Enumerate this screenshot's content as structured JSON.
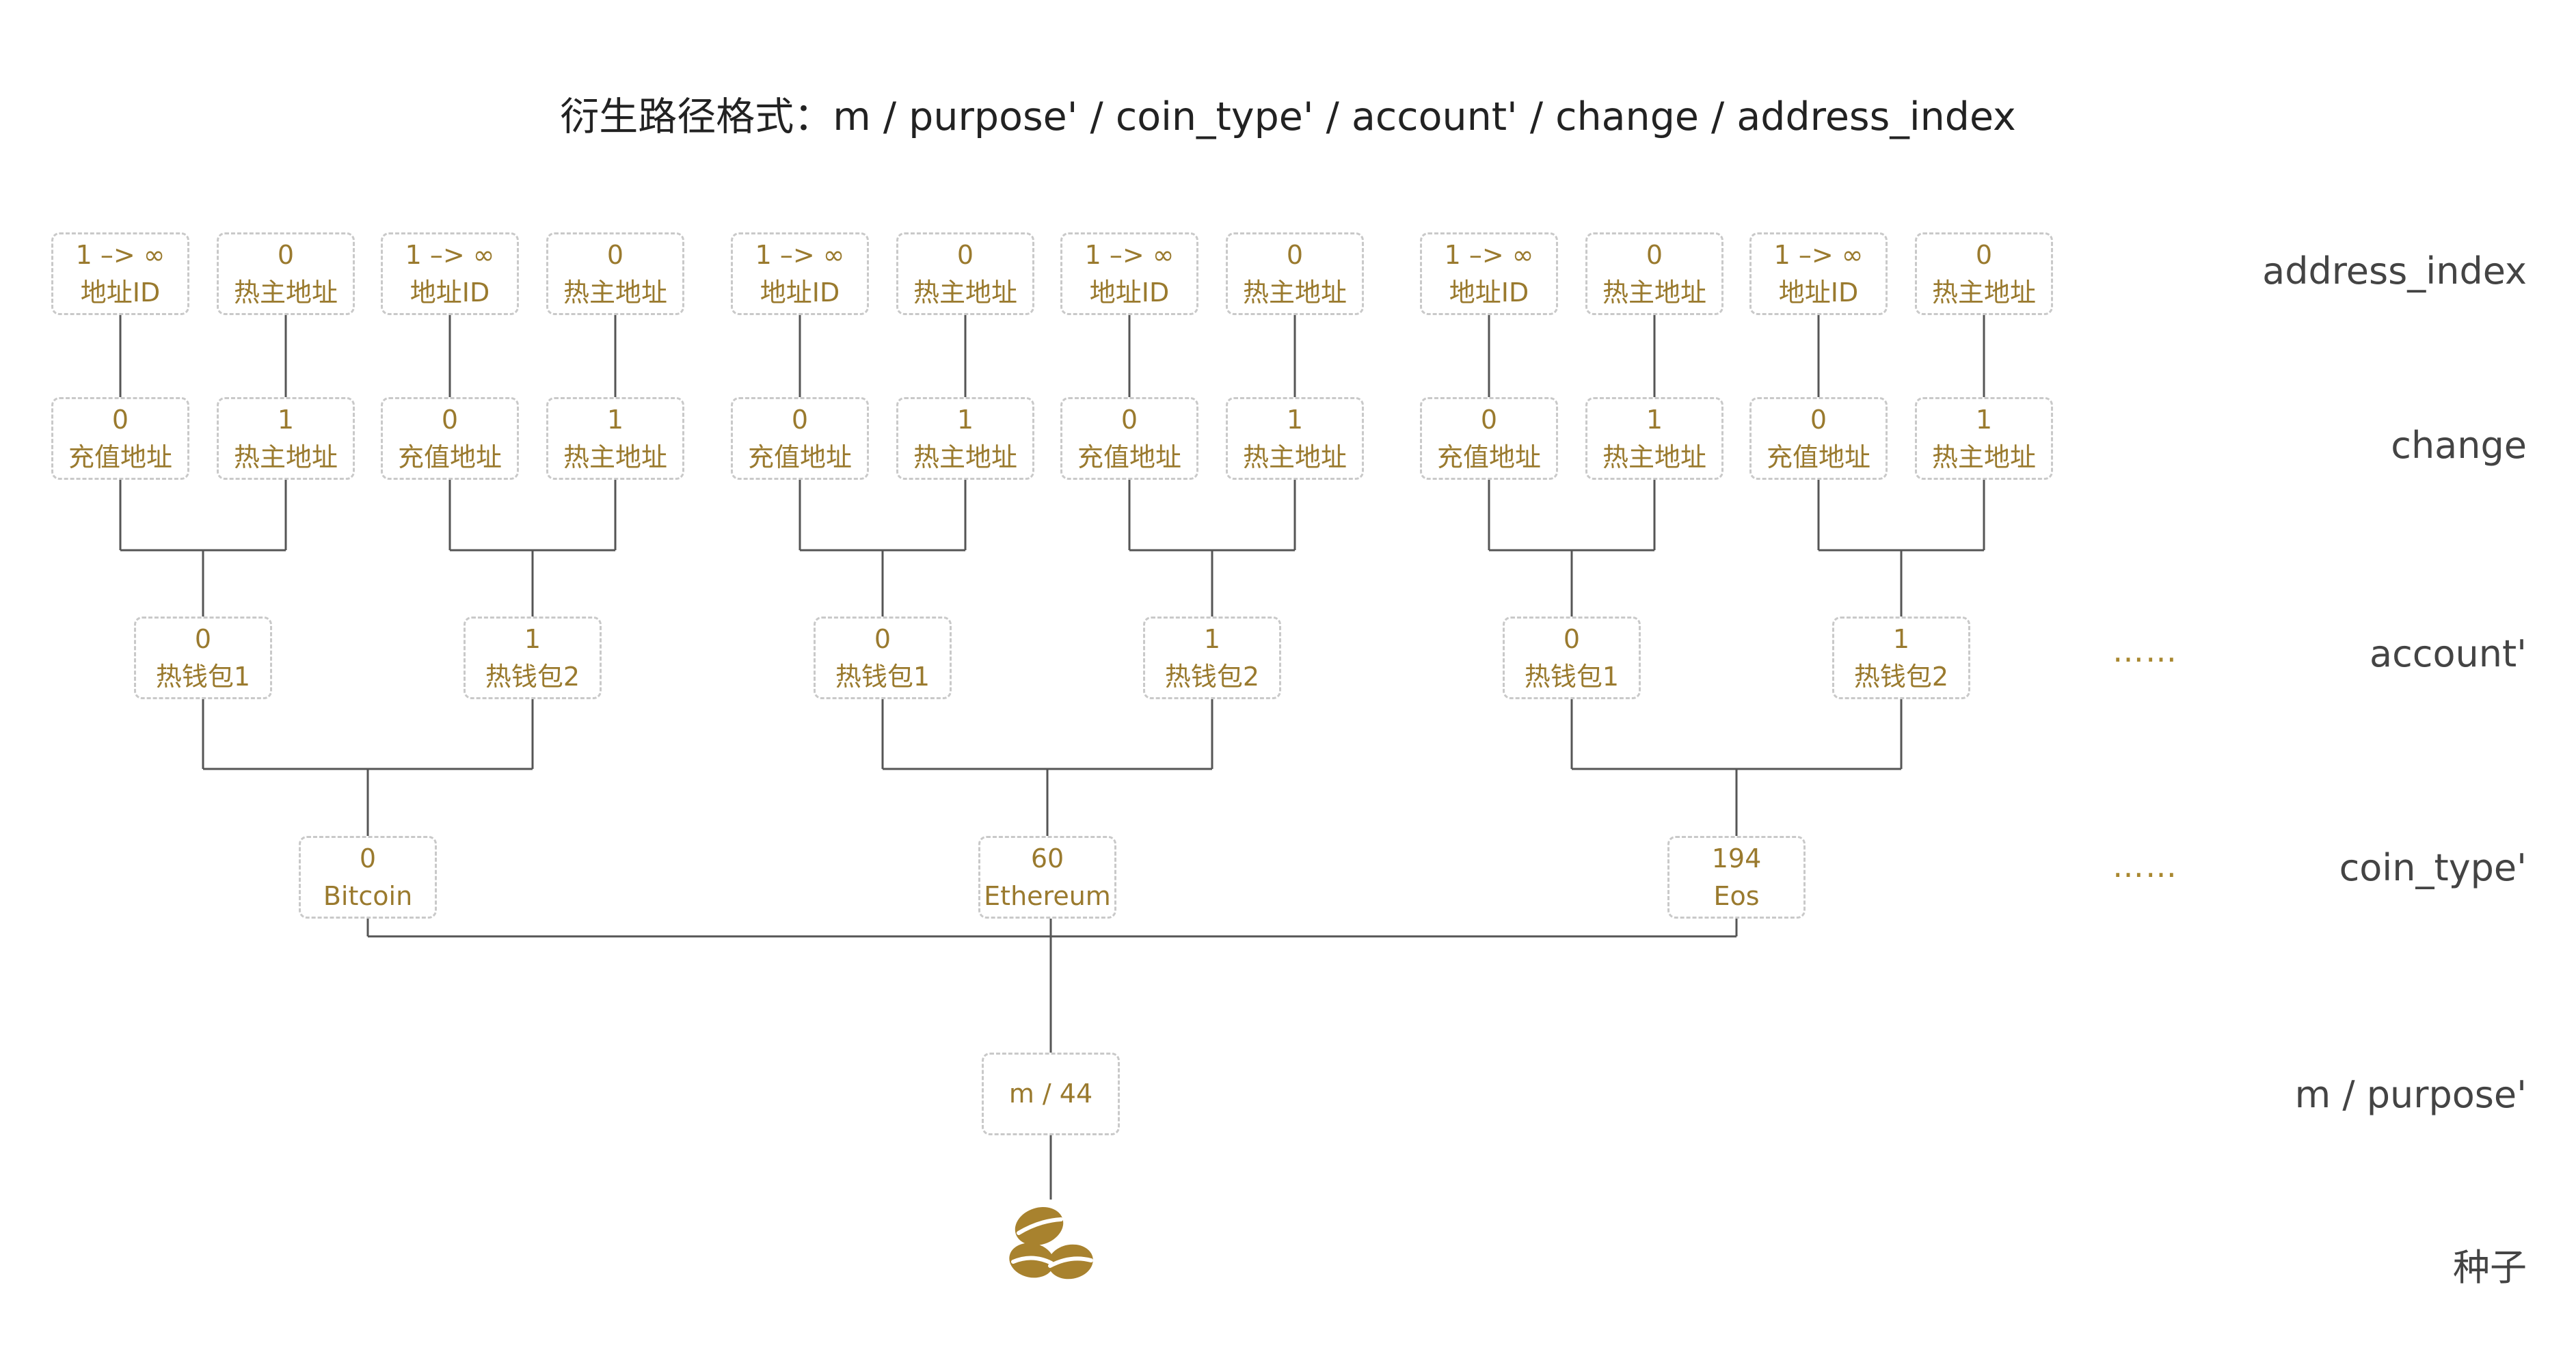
{
  "title": "衍生路径格式：m / purpose' / coin_type' / account' / change / address_index",
  "colors": {
    "node_text": "#9a7a2e",
    "line": "#555555",
    "dashed_border": "#c9c9c9",
    "seed": "#a8822e"
  },
  "level_labels": {
    "address_index": "address_index",
    "change": "change",
    "account": "account'",
    "coin_type": "coin_type'",
    "purpose": "m  /  purpose'",
    "seed": "种子"
  },
  "ellipsis": "……",
  "root": {
    "l1": "m / 44"
  },
  "seed_icon": "coffee-beans-icon",
  "coins": [
    {
      "l1": "0",
      "l2": "Bitcoin",
      "accounts": [
        {
          "l1": "0",
          "l2": "热钱包1",
          "changes": [
            {
              "l1": "0",
              "l2": "充值地址",
              "index": {
                "l1": "1 –> ∞",
                "l2": "地址ID"
              }
            },
            {
              "l1": "1",
              "l2": "热主地址",
              "index": {
                "l1": "0",
                "l2": "热主地址"
              }
            }
          ]
        },
        {
          "l1": "1",
          "l2": "热钱包2",
          "changes": [
            {
              "l1": "0",
              "l2": "充值地址",
              "index": {
                "l1": "1 –> ∞",
                "l2": "地址ID"
              }
            },
            {
              "l1": "1",
              "l2": "热主地址",
              "index": {
                "l1": "0",
                "l2": "热主地址"
              }
            }
          ]
        }
      ]
    },
    {
      "l1": "60",
      "l2": "Ethereum",
      "accounts": [
        {
          "l1": "0",
          "l2": "热钱包1",
          "changes": [
            {
              "l1": "0",
              "l2": "充值地址",
              "index": {
                "l1": "1 –> ∞",
                "l2": "地址ID"
              }
            },
            {
              "l1": "1",
              "l2": "热主地址",
              "index": {
                "l1": "0",
                "l2": "热主地址"
              }
            }
          ]
        },
        {
          "l1": "1",
          "l2": "热钱包2",
          "changes": [
            {
              "l1": "0",
              "l2": "充值地址",
              "index": {
                "l1": "1 –> ∞",
                "l2": "地址ID"
              }
            },
            {
              "l1": "1",
              "l2": "热主地址",
              "index": {
                "l1": "0",
                "l2": "热主地址"
              }
            }
          ]
        }
      ]
    },
    {
      "l1": "194",
      "l2": "Eos",
      "accounts": [
        {
          "l1": "0",
          "l2": "热钱包1",
          "changes": [
            {
              "l1": "0",
              "l2": "充值地址",
              "index": {
                "l1": "1 –> ∞",
                "l2": "地址ID"
              }
            },
            {
              "l1": "1",
              "l2": "热主地址",
              "index": {
                "l1": "0",
                "l2": "热主地址"
              }
            }
          ]
        },
        {
          "l1": "1",
          "l2": "热钱包2",
          "changes": [
            {
              "l1": "0",
              "l2": "充值地址",
              "index": {
                "l1": "1 –> ∞",
                "l2": "地址ID"
              }
            },
            {
              "l1": "1",
              "l2": "热主地址",
              "index": {
                "l1": "0",
                "l2": "热主地址"
              }
            }
          ]
        }
      ]
    }
  ]
}
